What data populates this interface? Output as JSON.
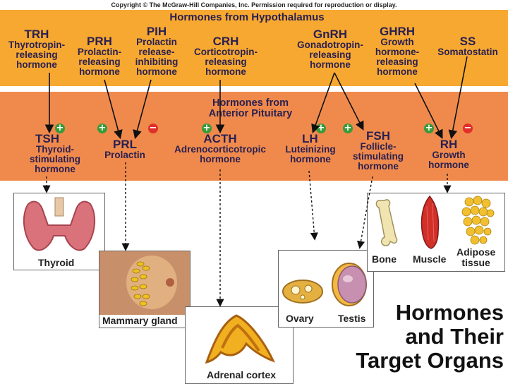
{
  "copyright": "Copyright © The McGraw-Hill Companies, Inc. Permission required for reproduction or display.",
  "hypothalamus_title": "Hormones from Hypothalamus",
  "pituitary_title_1": "Hormones from",
  "pituitary_title_2": "Anterior Pituitary",
  "hypothalamic": [
    {
      "abbr": "TRH",
      "full": [
        "Thyrotropin-",
        "releasing",
        "hormone"
      ]
    },
    {
      "abbr": "PRH",
      "full": [
        "Prolactin-",
        "releasing",
        "hormone"
      ]
    },
    {
      "abbr": "PIH",
      "full": [
        "Prolactin",
        "release-",
        "inhibiting",
        "hormone"
      ]
    },
    {
      "abbr": "CRH",
      "full": [
        "Corticotropin-",
        "releasing",
        "hormone"
      ]
    },
    {
      "abbr": "GnRH",
      "full": [
        "Gonadotropin-",
        "releasing",
        "hormone"
      ]
    },
    {
      "abbr": "GHRH",
      "full": [
        "Growth",
        "hormone-",
        "releasing",
        "hormone"
      ]
    },
    {
      "abbr": "SS",
      "full": [
        "Somatostatin"
      ]
    }
  ],
  "pituitary": [
    {
      "abbr": "TSH",
      "full": [
        "Thyroid-",
        "stimulating",
        "hormone"
      ]
    },
    {
      "abbr": "PRL",
      "full": [
        "Prolactin"
      ]
    },
    {
      "abbr": "ACTH",
      "full": [
        "Adrenocorticotropic",
        "hormone"
      ]
    },
    {
      "abbr": "LH",
      "full": [
        "Luteinizing",
        "hormone"
      ]
    },
    {
      "abbr": "FSH",
      "full": [
        "Follicle-",
        "stimulating",
        "hormone"
      ]
    },
    {
      "abbr": "RH",
      "full": [
        "Growth",
        "hormone"
      ]
    }
  ],
  "signs": {
    "plus": "+",
    "minus": "−"
  },
  "organs": {
    "thyroid": "Thyroid",
    "mammary": "Mammary gland",
    "adrenal": "Adrenal cortex",
    "ovary": "Ovary",
    "testis": "Testis",
    "bone": "Bone",
    "muscle": "Muscle",
    "adipose_1": "Adipose",
    "adipose_2": "tissue"
  },
  "title": [
    "Hormones",
    "and Their",
    "Target Organs"
  ],
  "colors": {
    "top_band": "#f7a830",
    "mid_band": "#f08a4c",
    "text": "#2a2050",
    "plus": "#3a9a3a",
    "minus": "#e0302a"
  }
}
